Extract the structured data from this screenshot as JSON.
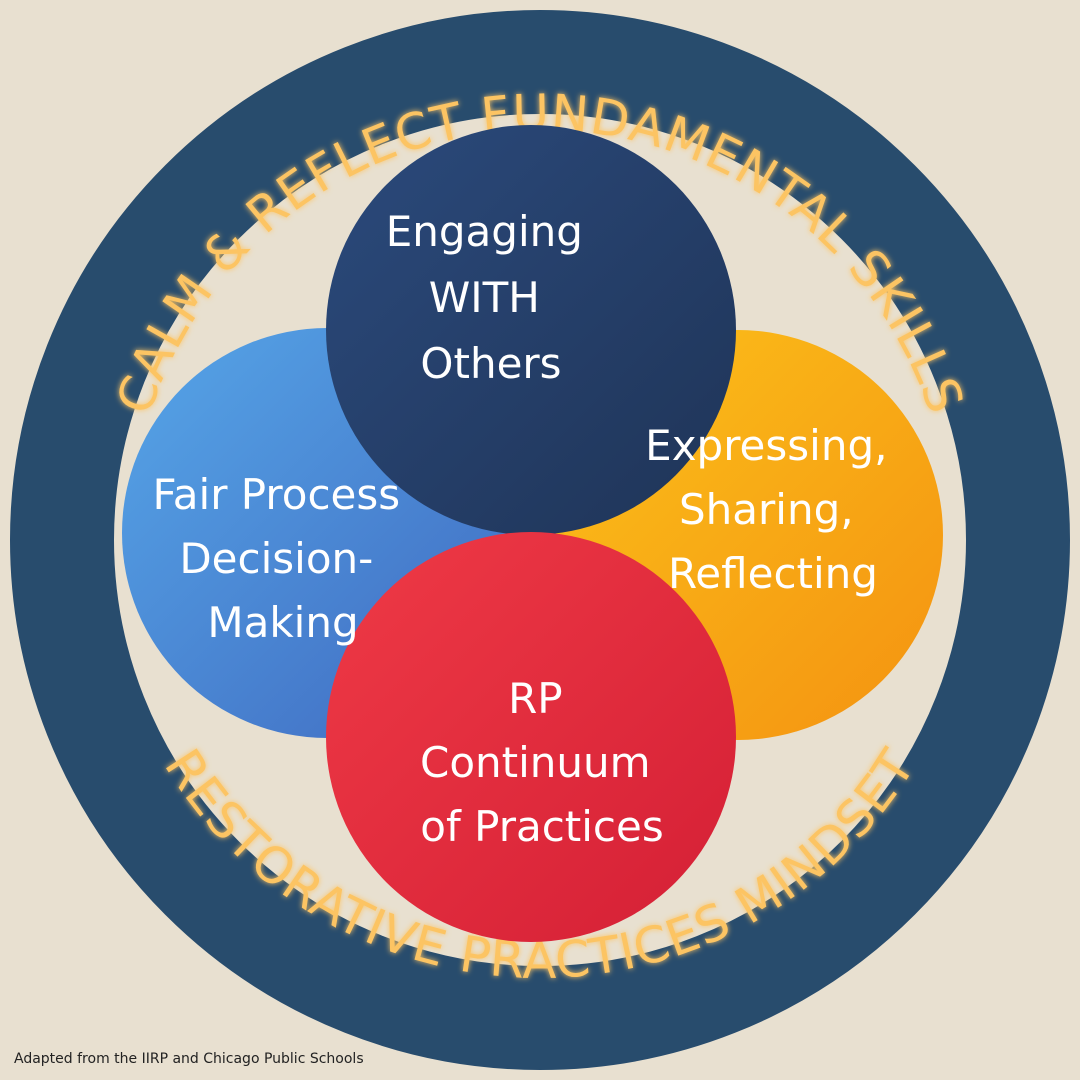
{
  "outer_ring": {
    "top_text": "CALM & REFLECT FUNDAMENTAL SKILLS",
    "bottom_text": "RESTORATIVE PRACTICES MINDSET"
  },
  "circles": {
    "top": {
      "lines": [
        "Engaging",
        "WITH",
        "Others"
      ]
    },
    "left": {
      "lines": [
        "Fair Process",
        "Decision-",
        "Making"
      ]
    },
    "right": {
      "lines": [
        "Expressing,",
        "Sharing,",
        "Reflecting"
      ]
    },
    "bottom": {
      "lines": [
        "RP",
        "Continuum",
        "of Practices"
      ]
    }
  },
  "credit": "Adapted from the IIRP and Chicago Public Schools",
  "colors": {
    "background": "#e8e0d0",
    "ring": "#284c6d",
    "ring_text": "#fcc463",
    "top_circle": "#263f6b",
    "left_circle": "#4a89d6",
    "right_circle": "#f7a417",
    "bottom_circle": "#e0263a"
  }
}
